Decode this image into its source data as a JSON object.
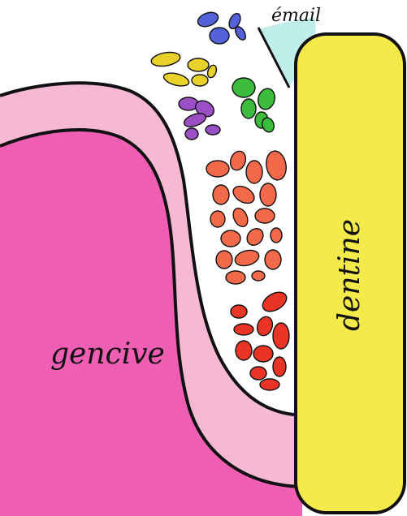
{
  "labels": {
    "email": "émail",
    "dentine": "dentine",
    "gencive": "gencive"
  },
  "colors": {
    "background": "#ffffff",
    "gum": "#ee5fb4",
    "gum_edge": "#f6b8d3",
    "dentine": "#f4ea4a",
    "dentine_edge": "#fbf5a8",
    "enamel": "#bfeeea",
    "outline": "#111111"
  },
  "bacteria_groups": [
    {
      "name": "blue",
      "color": "#5561d8"
    },
    {
      "name": "yellow",
      "color": "#e9d12a"
    },
    {
      "name": "purple",
      "color": "#9a4fc4"
    },
    {
      "name": "green",
      "color": "#3dbb3d"
    },
    {
      "name": "orange",
      "color": "#f26a4a"
    },
    {
      "name": "red",
      "color": "#ea3426"
    }
  ]
}
